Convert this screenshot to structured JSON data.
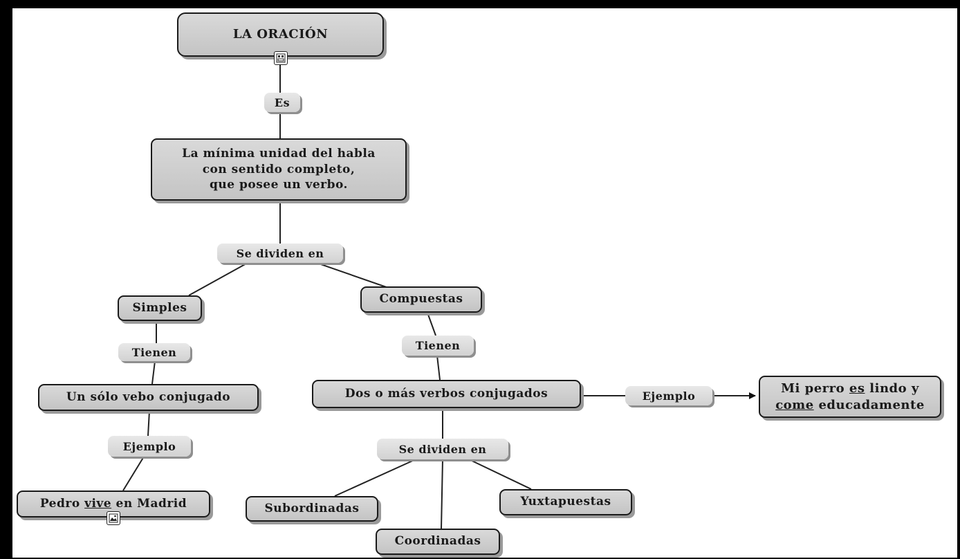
{
  "nodes": {
    "title": "LA ORACIÓN",
    "definition": [
      "La mínima unidad del habla",
      "con sentido completo,",
      "que posee un verbo."
    ],
    "simples": "Simples",
    "compuestas": "Compuestas",
    "un_solo": "Un sólo vebo conjugado",
    "dos_o_mas": "Dos o más verbos conjugados",
    "ejemplo_simple": {
      "before": "Pedro ",
      "underlined": "vive",
      "after": " en Madrid"
    },
    "ejemplo_compuesta": {
      "l1_before": "Mi perro ",
      "l1_underlined": "es",
      "l1_after": " lindo y",
      "l2_underlined": "come",
      "l2_after": " educadamente"
    },
    "subordinadas": "Subordinadas",
    "coordinadas": "Coordinadas",
    "yuxtapuestas": "Yuxtapuestas"
  },
  "links": {
    "es": "Es",
    "se_dividen_1": "Se dividen en",
    "tienen_simples": "Tienen",
    "tienen_compuestas": "Tienen",
    "ejemplo_simple": "Ejemplo",
    "ejemplo_compuesta": "Ejemplo",
    "se_dividen_2": "Se dividen en"
  },
  "icons": {
    "title_resource": "concept-map-resource-icon",
    "example_resource": "image-resource-icon"
  }
}
